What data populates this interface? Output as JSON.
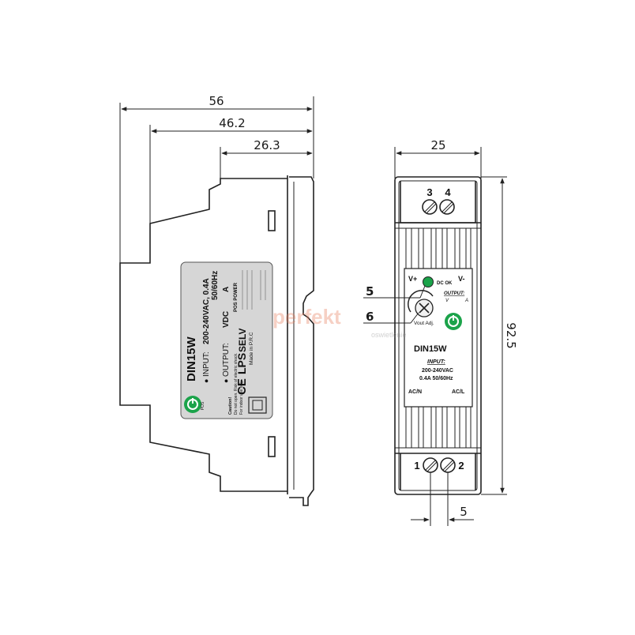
{
  "colors": {
    "line": "#222222",
    "label_bg": "#d6d6d6",
    "accent_green": "#1ba34a",
    "watermark": "#e87a5a"
  },
  "side_view": {
    "dims": {
      "overall": "56",
      "mid": "46.2",
      "inner": "26.3"
    },
    "label": {
      "model": "DIN15W",
      "input_label": "INPUT:",
      "input_value": "200-240VAC, 0.4A",
      "input_freq": "50/60Hz",
      "output_label": "OUTPUT:",
      "output_vdc": "VDC",
      "output_unit": "A",
      "made_in": "Made in P.R.C",
      "lps": "LPS",
      "selv": "SELV",
      "ce": "CE",
      "caution": "Caution!",
      "caution_line1": "Do not open. Risk of electric shock.",
      "caution_line2": "For indoor use only.",
      "brand": "POS POWER",
      "logo_text": "POS"
    }
  },
  "front_view": {
    "dims": {
      "width": "25",
      "height": "92.5",
      "pitch": "5"
    },
    "terminals_top": [
      "3",
      "4"
    ],
    "terminals_bottom": [
      "1",
      "2"
    ],
    "callouts": [
      "5",
      "6"
    ],
    "label": {
      "v_plus": "V+",
      "v_minus": "V-",
      "dc_ok": "DC OK",
      "output_label": "OUTPUT:",
      "output_value": "V",
      "output_unit": "A",
      "adj": "Vout Adj.",
      "model": "DIN15W",
      "input_label": "INPUT:",
      "input_value": "200-240VAC",
      "input_current": "0.4A 50/60Hz",
      "ac_n": "AC/N",
      "ac_l": "AC/L"
    }
  },
  "watermark": {
    "text": "perfekt",
    "subtext": "oswietlenie"
  }
}
